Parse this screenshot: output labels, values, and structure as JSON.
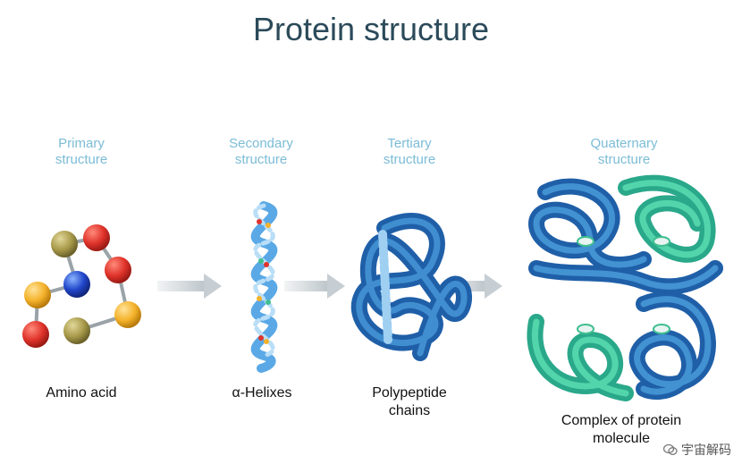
{
  "title": "Protein structure",
  "stages": [
    {
      "label_line1": "Primary",
      "label_line2": "structure",
      "caption_line1": "Amino acid",
      "caption_line2": ""
    },
    {
      "label_line1": "Secondary",
      "label_line2": "structure",
      "caption_line1": "α-Helixes",
      "caption_line2": ""
    },
    {
      "label_line1": "Tertiary",
      "label_line2": "structure",
      "caption_line1": "Polypeptide",
      "caption_line2": "chains"
    },
    {
      "label_line1": "Quaternary",
      "label_line2": "structure",
      "caption_line1": "Complex of protein",
      "caption_line2": "molecule"
    }
  ],
  "watermark": {
    "text": "宇宙解码",
    "icon": "wechat-icon"
  },
  "colors": {
    "title": "#2b4a5a",
    "stage_label": "#7bbcd6",
    "blue": "#1f6fb8",
    "blue_light": "#4fa3e0",
    "green": "#3fbf8f",
    "arrow": "#cfd6da"
  }
}
